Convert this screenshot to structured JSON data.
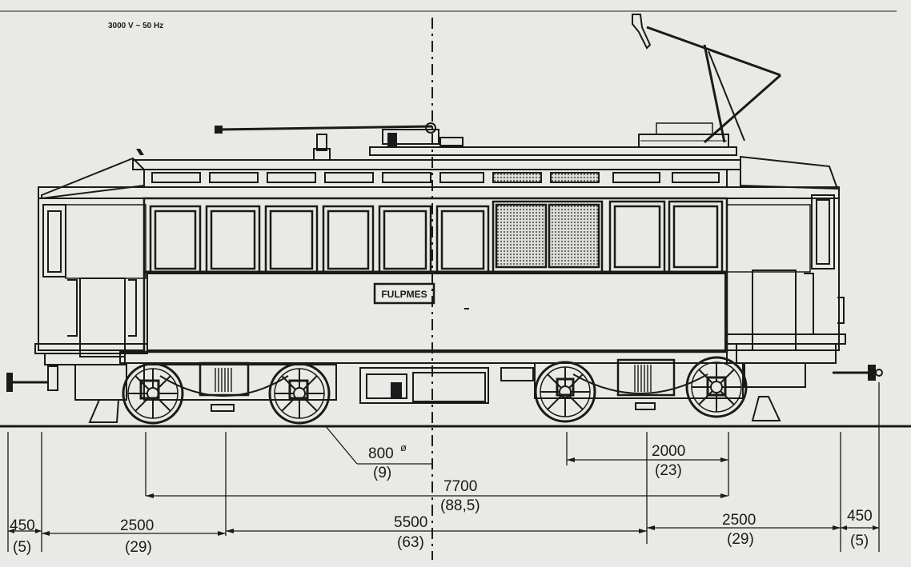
{
  "header": {
    "voltage_label": "3000 V ~ 50 Hz"
  },
  "tram": {
    "destination_plate": "FULPMES"
  },
  "dimensions": {
    "wheel_diameter": {
      "value": "800",
      "symbol": "ø",
      "scale": "(9)"
    },
    "bogie_wheelbase": {
      "value": "2000",
      "scale": "(23)"
    },
    "bogie_centres": {
      "value": "7700",
      "scale": "(88,5)"
    },
    "half_length": {
      "value": "5500",
      "scale": "(63)"
    },
    "left_overhang": {
      "value": "2500",
      "scale": "(29)"
    },
    "right_overhang": {
      "value": "2500",
      "scale": "(29)"
    },
    "left_coupler": {
      "value": "450",
      "scale": "(5)"
    },
    "right_coupler": {
      "value": "450",
      "scale": "(5)"
    }
  },
  "colors": {
    "paper": "#e9e9e6",
    "ink": "#1a1a1a"
  }
}
